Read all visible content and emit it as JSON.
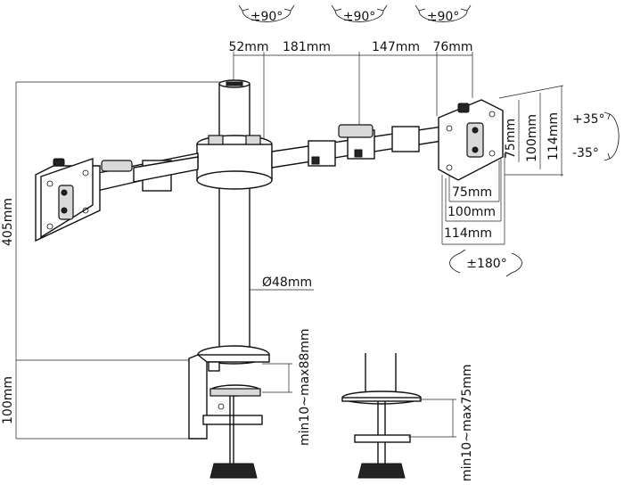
{
  "rotation_labels": {
    "left_arm": "±90°",
    "center_pivot": "±90°",
    "right_arm": "±90°",
    "vesa_rotation": "±180°"
  },
  "tilt_labels": {
    "up": "+35°",
    "down": "-35°"
  },
  "arm_dimensions": {
    "seg1": "52mm",
    "seg2": "181mm",
    "seg3": "147mm",
    "seg4": "76mm"
  },
  "vesa_sizes": {
    "v75": "75mm",
    "v100": "100mm",
    "v114": "114mm"
  },
  "pole_height": "405mm",
  "pole_diameter": "Ø48mm",
  "clamp_height": "100mm",
  "desk_clamp_range": "min10~max88mm",
  "grommet_range": "min10~max75mm"
}
